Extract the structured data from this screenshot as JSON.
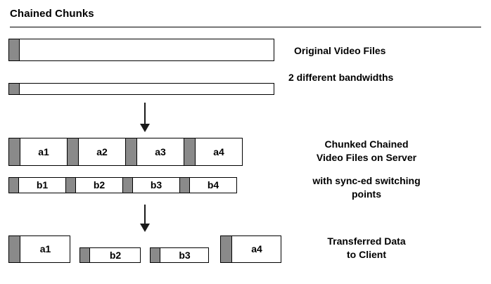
{
  "title": "Chained Chunks",
  "colors": {
    "chunk_marker": "#8a8a8a",
    "outline": "#000000",
    "background": "#ffffff",
    "arrow": "#1a1a1a"
  },
  "captions": {
    "original": "Original Video Files",
    "bandwidths": "2 different bandwidths",
    "server": "Chunked Chained\nVideo Files on Server",
    "synced": "with sync-ed switching\npoints",
    "transferred": "Transferred Data\nto Client"
  },
  "rows": {
    "original_high": {
      "label": "",
      "chunks": []
    },
    "original_low": {
      "label": "",
      "chunks": []
    },
    "server_a": {
      "chunks": [
        {
          "label": "a1"
        },
        {
          "label": "a2"
        },
        {
          "label": "a3"
        },
        {
          "label": "a4"
        }
      ]
    },
    "server_b": {
      "chunks": [
        {
          "label": "b1"
        },
        {
          "label": "b2"
        },
        {
          "label": "b3"
        },
        {
          "label": "b4"
        }
      ]
    },
    "transferred": {
      "chunks": [
        {
          "label": "a1"
        },
        {
          "label": "b2"
        },
        {
          "label": "b3"
        },
        {
          "label": "a4"
        }
      ]
    }
  }
}
